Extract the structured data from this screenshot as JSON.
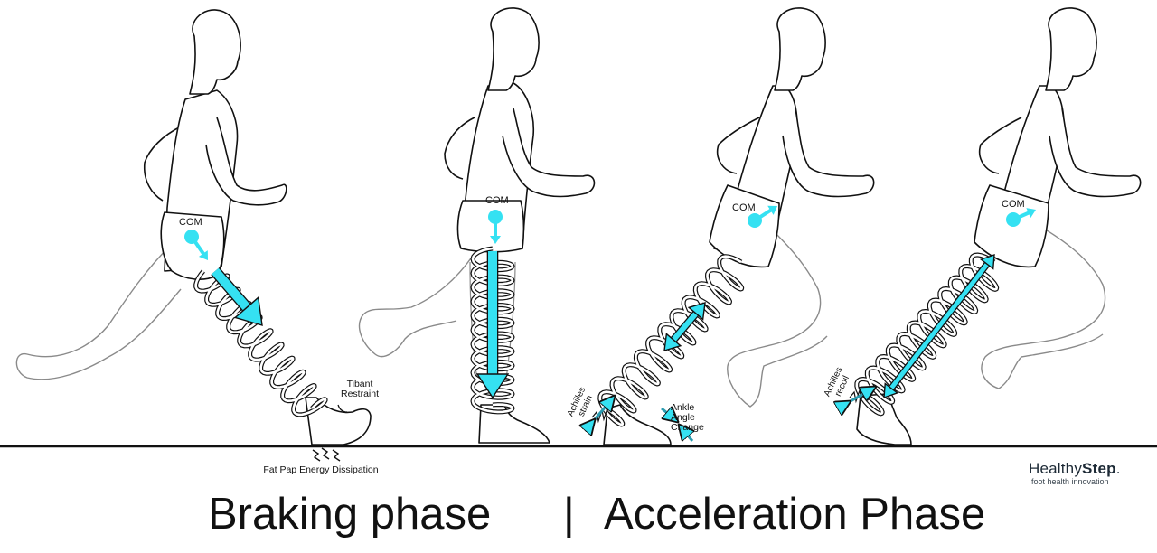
{
  "phases": {
    "braking": "Braking phase",
    "separator": "|",
    "acceleration": "Acceleration Phase"
  },
  "labels": {
    "com": "COM",
    "tibant": [
      "Tibant",
      "Restraint"
    ],
    "fat_pad": "Fat Pap Energy Dissipation",
    "achilles_strain": [
      "Achilles",
      "strain"
    ],
    "ankle_angle": [
      "Ankle",
      "Angle",
      "Change"
    ],
    "achilles_recoil": [
      "Achilles",
      "recoil"
    ]
  },
  "logo": {
    "name_light": "Healthy",
    "name_bold": "Step",
    "mark": ".",
    "tagline": "foot health innovation"
  },
  "colors": {
    "arrow": "#35e1f2",
    "outline": "#111111",
    "ghost_leg": "#8a8a8a",
    "ground": "#111111"
  }
}
